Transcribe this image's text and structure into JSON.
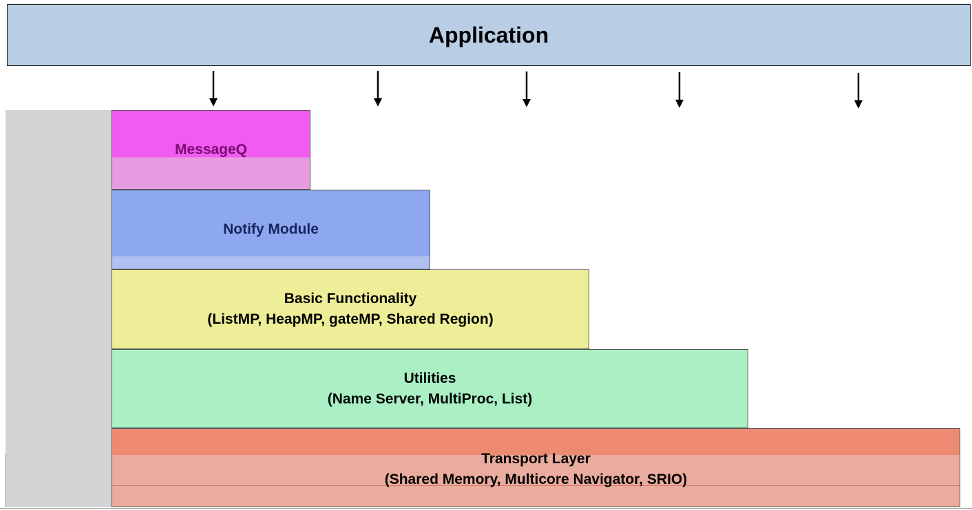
{
  "application": {
    "label": "Application"
  },
  "arrows": [
    {
      "name": "arrow-1"
    },
    {
      "name": "arrow-2"
    },
    {
      "name": "arrow-3"
    },
    {
      "name": "arrow-4"
    },
    {
      "name": "arrow-5"
    }
  ],
  "layers": {
    "messageq": {
      "title": "MessageQ",
      "color": "#f15cf0"
    },
    "notify": {
      "title": "Notify Module",
      "color": "#8ea8ef"
    },
    "basic": {
      "title": "Basic Functionality",
      "subtitle": "(ListMP, HeapMP, gateMP, Shared Region)",
      "color": "#eeee99"
    },
    "utilities": {
      "title": "Utilities",
      "subtitle": "(Name Server, MultiProc, List)",
      "color": "#aaf0c4"
    },
    "transport": {
      "title": "Transport Layer",
      "subtitle": "(Shared Memory, Multicore Navigator, SRIO)",
      "color": "#e9ac9e"
    }
  },
  "side_bar": {
    "color": "#d4d4d4"
  }
}
